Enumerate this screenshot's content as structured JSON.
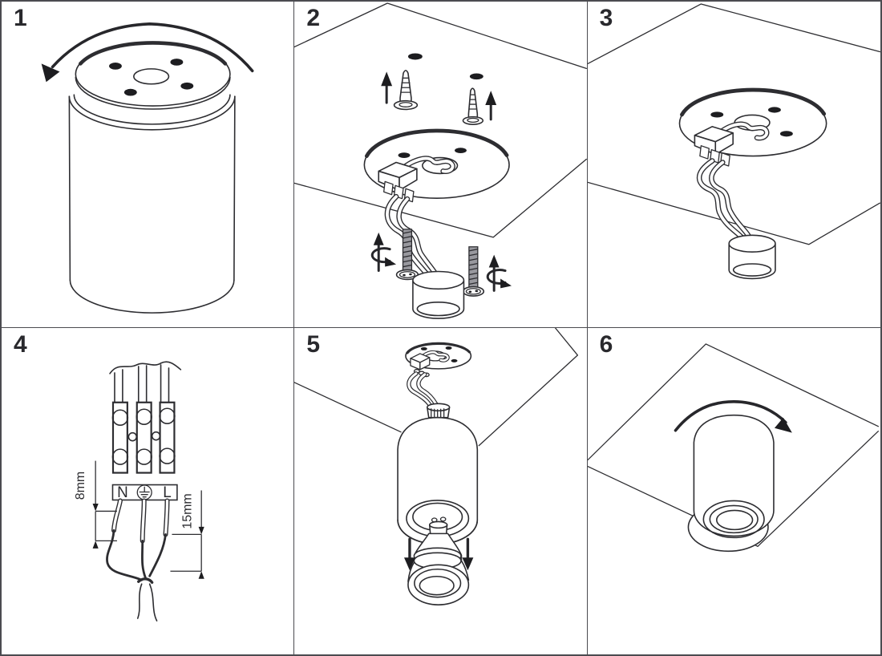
{
  "sheet": {
    "background": "#ffffff",
    "line_color": "#2d2d31",
    "accent_fill": "#1d1d20",
    "border_color": "#4b4b50",
    "screw_color": "#98989e"
  },
  "panels": [
    {
      "number": "1",
      "icons": [
        "rotate-counterclockwise-arrow"
      ]
    },
    {
      "number": "2",
      "icons": [
        "ceiling-hole",
        "ceiling-hole",
        "wall-plug",
        "wall-plug",
        "up-arrow",
        "up-arrow",
        "screw",
        "screw",
        "screw-turn-arrow",
        "screw-turn-arrow"
      ]
    },
    {
      "number": "3",
      "icons": [
        "mounting-plate",
        "terminal-block"
      ]
    },
    {
      "number": "4",
      "terminal_block": {
        "neutral_label": "N",
        "earth_icon": "earth-symbol",
        "live_label": "L"
      },
      "dimensions": {
        "left": "8mm",
        "right": "15mm"
      }
    },
    {
      "number": "5",
      "icons": [
        "down-arrow",
        "down-arrow"
      ]
    },
    {
      "number": "6",
      "icons": [
        "rotate-clockwise-arrow"
      ]
    }
  ]
}
